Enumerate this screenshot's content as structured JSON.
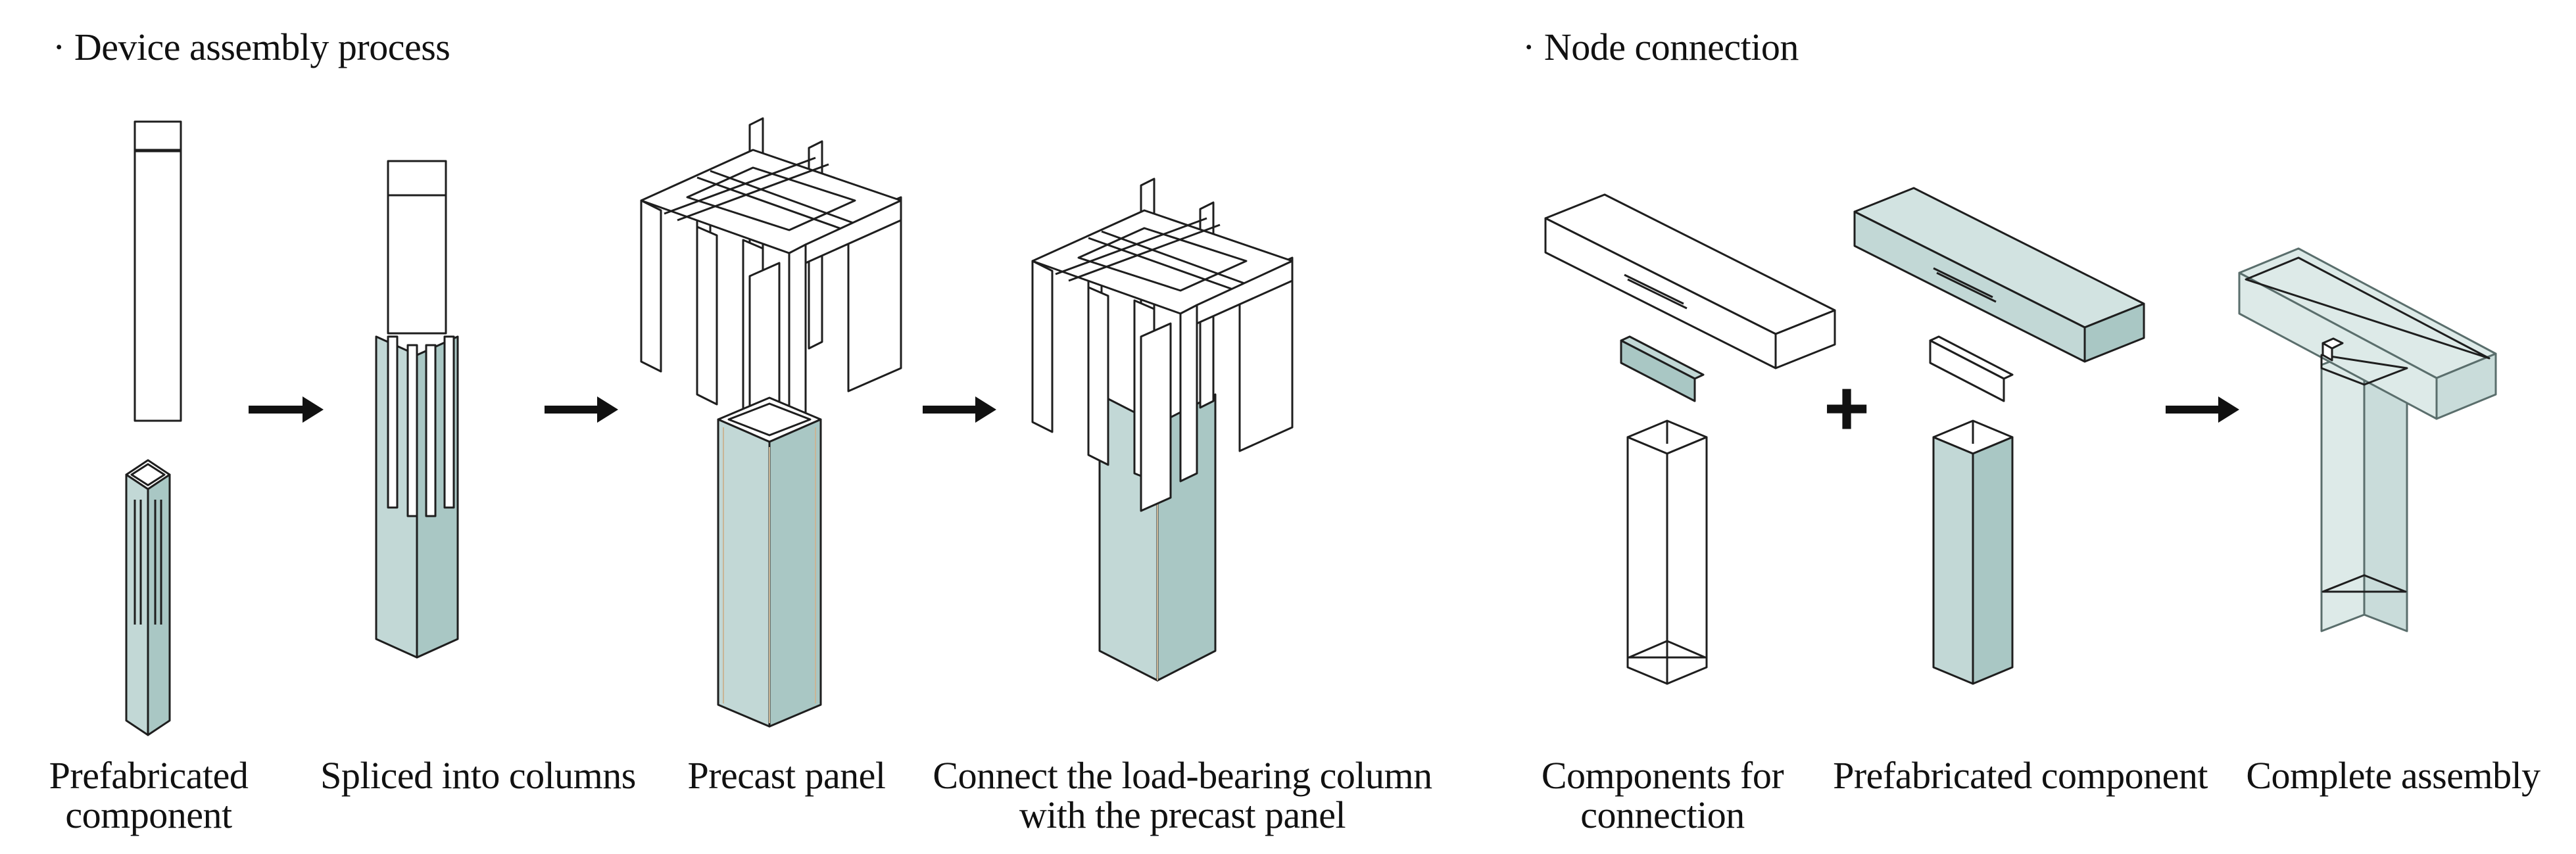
{
  "headings": {
    "left": "· Device assembly process",
    "right": "· Node connection"
  },
  "captions": {
    "prefab": [
      "Prefabricated",
      "component"
    ],
    "spliced": "Spliced into columns",
    "precast": "Precast panel",
    "connect": [
      "Connect the load-bearing column",
      "with the precast panel"
    ],
    "components": [
      "Components for",
      "connection"
    ],
    "prefab2": "Prefabricated component",
    "complete": "Complete assembly"
  },
  "symbols": {
    "plus": "+"
  },
  "colors": {
    "teal": "#c2d8d6",
    "line": "#1e1e1e"
  }
}
